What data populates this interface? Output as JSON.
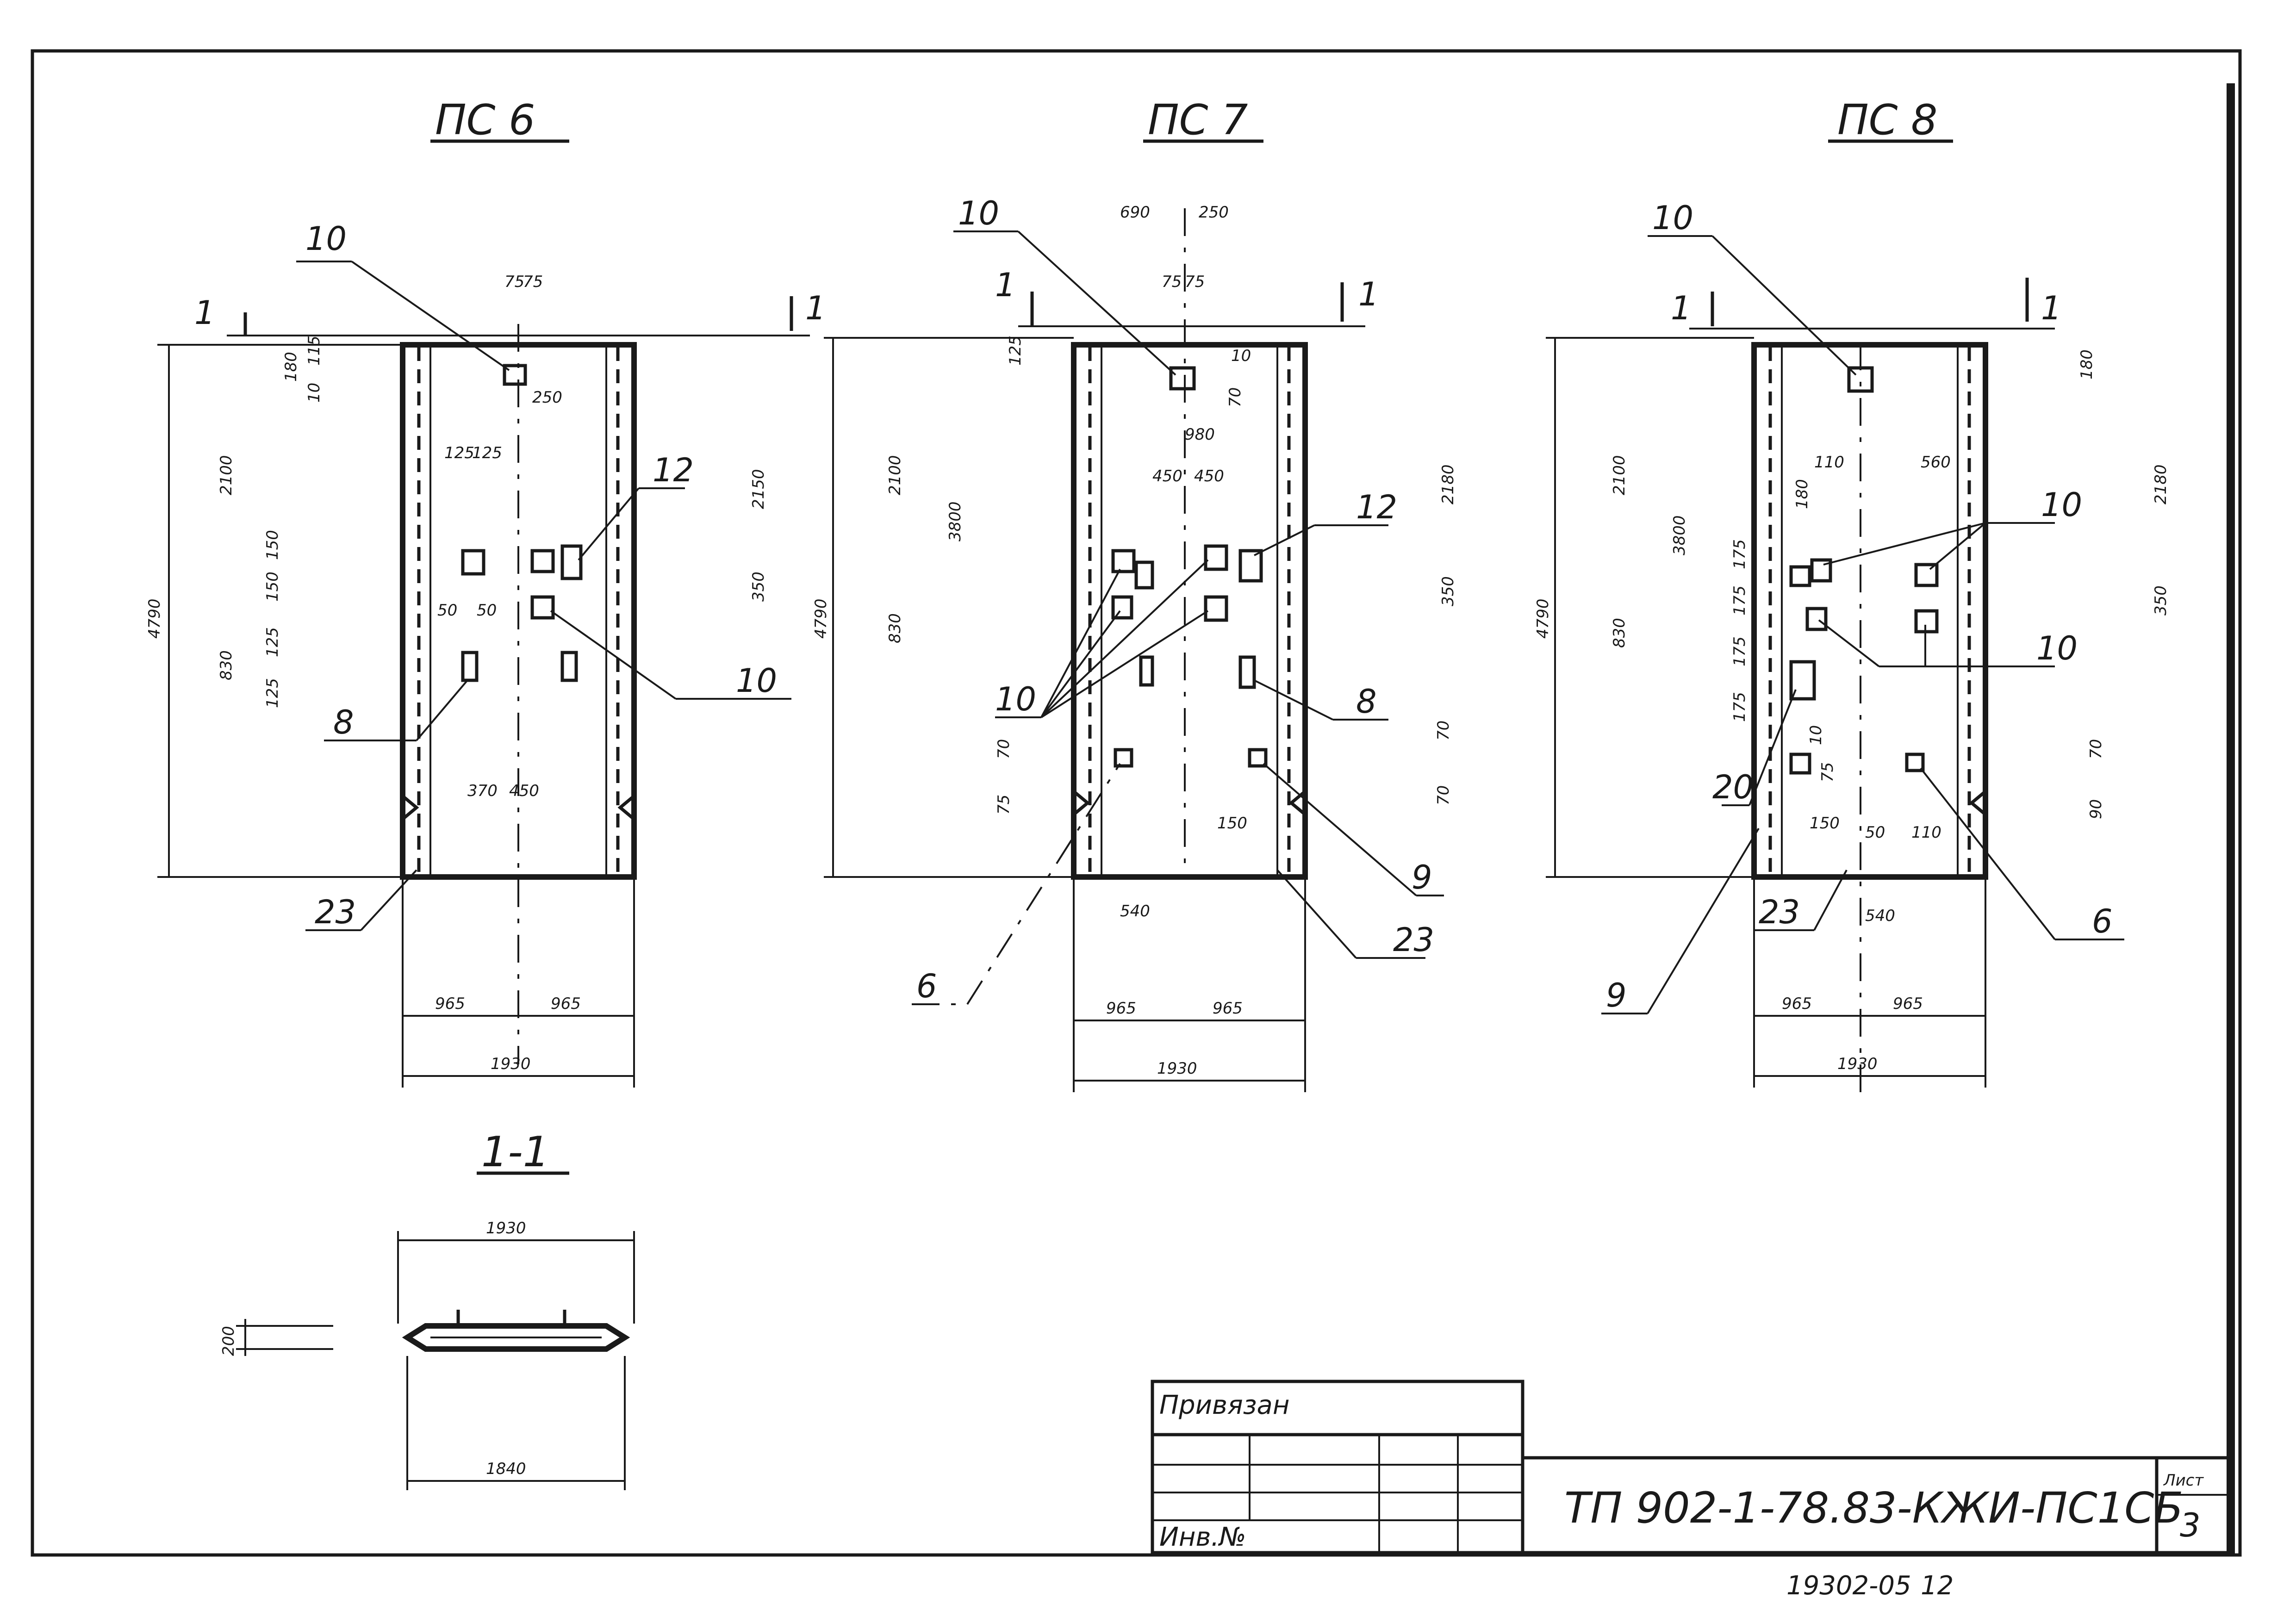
{
  "views": [
    {
      "title": "ПС 6",
      "section_mark": "1",
      "height": "4790",
      "half_width_left": "965",
      "half_width_right": "965",
      "width": "1930",
      "dims": [
        "75",
        "75",
        "180",
        "115",
        "10",
        "250",
        "125",
        "125",
        "2100",
        "2150",
        "150",
        "150",
        "350",
        "830",
        "125",
        "125",
        "50",
        "50",
        "370",
        "450"
      ],
      "callouts": [
        "10",
        "12",
        "10",
        "8",
        "23"
      ]
    },
    {
      "title": "ПС 7",
      "section_mark": "1",
      "height": "4790",
      "half_width_left": "965",
      "half_width_right": "965",
      "width": "1930",
      "dims": [
        "690",
        "250",
        "75",
        "75",
        "125",
        "10",
        "70",
        "980",
        "450",
        "450",
        "2100",
        "3800",
        "2180",
        "830",
        "350",
        "70",
        "75",
        "70",
        "70",
        "150",
        "540"
      ],
      "callouts": [
        "10",
        "12",
        "10",
        "8",
        "9",
        "6",
        "23"
      ]
    },
    {
      "title": "ПС 8",
      "section_mark": "1",
      "height": "4790",
      "half_width_left": "965",
      "half_width_right": "965",
      "width": "1930",
      "dims": [
        "180",
        "2100",
        "3800",
        "2180",
        "110",
        "560",
        "180",
        "175",
        "175",
        "175",
        "175",
        "830",
        "350",
        "10",
        "75",
        "150",
        "50",
        "110",
        "70",
        "90",
        "540"
      ],
      "callouts": [
        "10",
        "10",
        "10",
        "20",
        "9",
        "6",
        "23"
      ]
    }
  ],
  "section": {
    "title": "1-1",
    "top_width": "1930",
    "bottom_width": "1840",
    "thickness": "200"
  },
  "stamp": {
    "header": "Привязан",
    "inv_label": "Инв.№",
    "document_code": "ТП 902-1-78.83-КЖИ-ПС1СБ",
    "sheet_label": "Лист",
    "sheet_number": "3",
    "footer_code": "19302-05",
    "footer_page": "12"
  }
}
